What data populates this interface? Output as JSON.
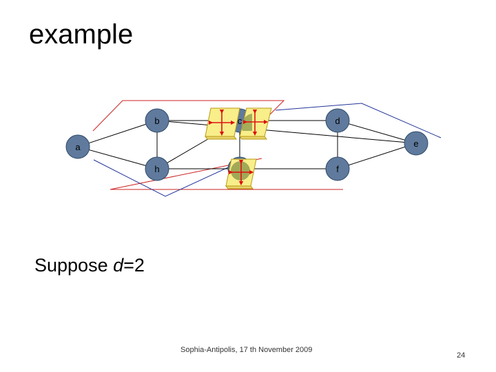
{
  "slide": {
    "title": "example",
    "suppose_prefix": "Suppose ",
    "suppose_var": "d",
    "suppose_suffix": "=2",
    "footer": "Sophia-Antipolis, 17 th November 2009",
    "page_number": "24"
  },
  "colors": {
    "node_fill": "#5f7a9c",
    "node_stroke": "#2f4a6a",
    "switch_fill": "#f8ee8a",
    "switch_stroke": "#b89a10",
    "arrow": "#dd1111",
    "plane_red": "#cc2222",
    "plane_blue": "#223399",
    "olive": "#98a050"
  },
  "nodes": [
    {
      "id": "a",
      "label": "a"
    },
    {
      "id": "b",
      "label": "b"
    },
    {
      "id": "c",
      "label": "c"
    },
    {
      "id": "d",
      "label": "d"
    },
    {
      "id": "e",
      "label": "e"
    },
    {
      "id": "f",
      "label": "f"
    },
    {
      "id": "g",
      "label": ""
    },
    {
      "id": "h",
      "label": "h"
    }
  ]
}
